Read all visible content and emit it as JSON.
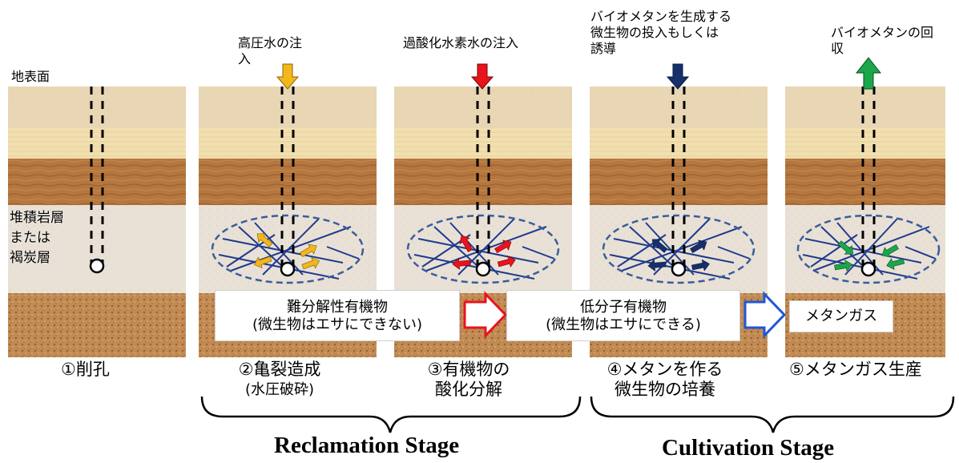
{
  "labels": {
    "surface": "地表面",
    "rock_layer": [
      "堆積岩層",
      "または",
      "褐炭層"
    ]
  },
  "annotations": {
    "p2": [
      "高圧水の注",
      "入"
    ],
    "p3": [
      "過酸化水素水の注入"
    ],
    "p4": [
      "バイオメタンを生成する",
      "微生物の投入もしくは",
      "誘導"
    ],
    "p5": [
      "バイオメタンの回",
      "収"
    ]
  },
  "captions": {
    "c1": [
      "①削孔"
    ],
    "c2": [
      "②亀裂造成",
      "(水圧破砕)"
    ],
    "c3": [
      "③有機物の",
      "酸化分解"
    ],
    "c4": [
      "④メタンを作る",
      "微生物の培養"
    ],
    "c5": [
      "⑤メタンガス生産"
    ]
  },
  "boxes": {
    "b1": [
      "難分解性有機物",
      "(微生物はエサにできない)"
    ],
    "b2": [
      "低分子有機物",
      "(微生物はエサにできる)"
    ],
    "b3": [
      "メタンガス"
    ]
  },
  "stages": {
    "reclamation": "Reclamation Stage",
    "cultivation": "Cultivation Stage"
  },
  "colors": {
    "topsoil": "#e8d6b4",
    "band": "#f1dfb0",
    "wood": "#b5773f",
    "rock": "#e9e1d6",
    "bottom": "#c28b54",
    "fracture": "#1f3b8e",
    "ellipse": "#3a5d9a",
    "arrow_orange": "#f4b61a",
    "arrow_red": "#e8141d",
    "arrow_navy": "#15306b",
    "arrow_green": "#1aa64a",
    "transition_red": "#e8141d",
    "transition_blue": "#1d57d9"
  }
}
